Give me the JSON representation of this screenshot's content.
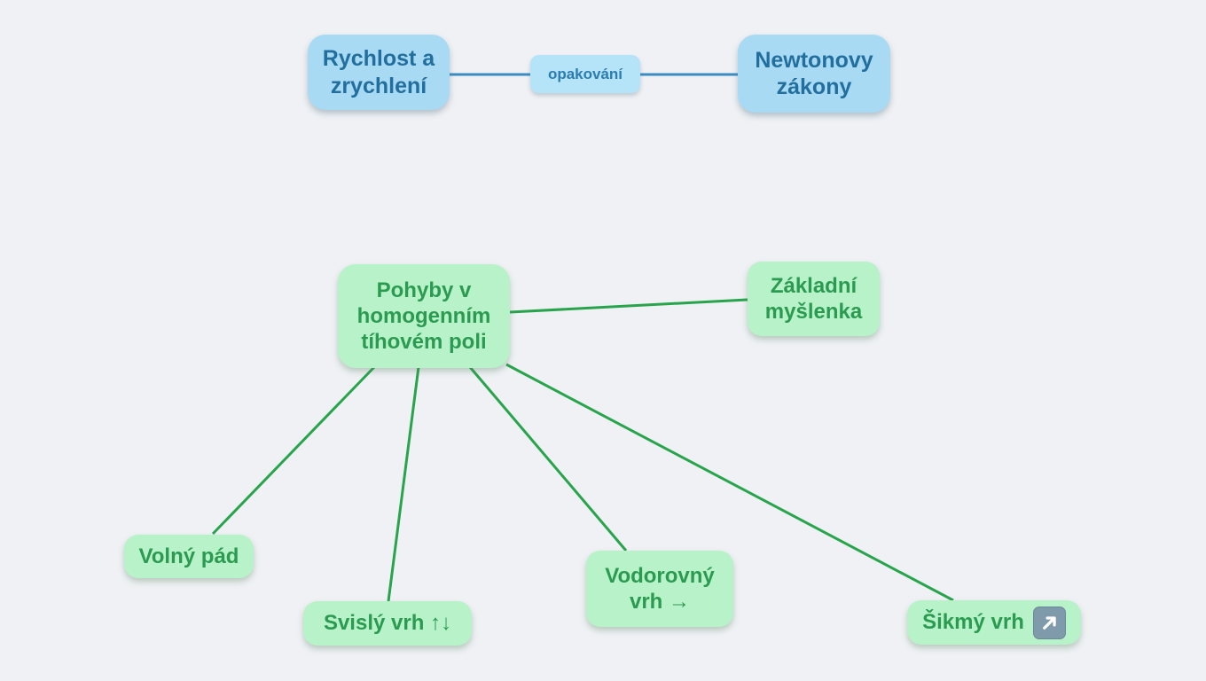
{
  "diagram": {
    "type": "mind-map",
    "background_color": "#eff1f4",
    "nodes": {
      "rychlost": {
        "label": "Rychlost a zrychlení",
        "color": "blue"
      },
      "newtonovy": {
        "label": "Newtonovy zákony",
        "color": "blue"
      },
      "opakovani": {
        "label": "opakování",
        "color": "blue",
        "role": "edge-label"
      },
      "pohyby": {
        "label": "Pohyby v homogenním tíhovém poli",
        "color": "green",
        "role": "root"
      },
      "zakladni": {
        "label": "Základní myšlenka",
        "color": "green"
      },
      "volny": {
        "label": "Volný pád",
        "color": "green"
      },
      "svisly": {
        "label": "Svislý vrh ↑↓",
        "color": "green"
      },
      "vodorovny": {
        "label": "Vodorovný vrh →",
        "color": "green"
      },
      "sikmy": {
        "label": "Šikmý vrh",
        "color": "green",
        "icon": "external-link-arrow-icon"
      }
    },
    "edges": [
      {
        "from": "rychlost",
        "to": "newtonovy",
        "label": "opakování",
        "color": "#3a8cc3"
      },
      {
        "from": "pohyby",
        "to": "zakladni",
        "color": "#28a44c"
      },
      {
        "from": "pohyby",
        "to": "volny",
        "color": "#28a44c"
      },
      {
        "from": "pohyby",
        "to": "svisly",
        "color": "#28a44c"
      },
      {
        "from": "pohyby",
        "to": "vodorovny",
        "color": "#28a44c"
      },
      {
        "from": "pohyby",
        "to": "sikmy",
        "color": "#28a44c"
      }
    ],
    "colors": {
      "blue_node_fill": "#a8daf3",
      "blue_node_text": "#226f9f",
      "blue_edge": "#3a8cc3",
      "green_node_fill": "#b8f2c9",
      "green_node_text": "#2a9b51",
      "green_edge": "#28a44c",
      "link_icon_fill": "#7f9aab",
      "link_icon_arrow": "#ffffff"
    }
  }
}
